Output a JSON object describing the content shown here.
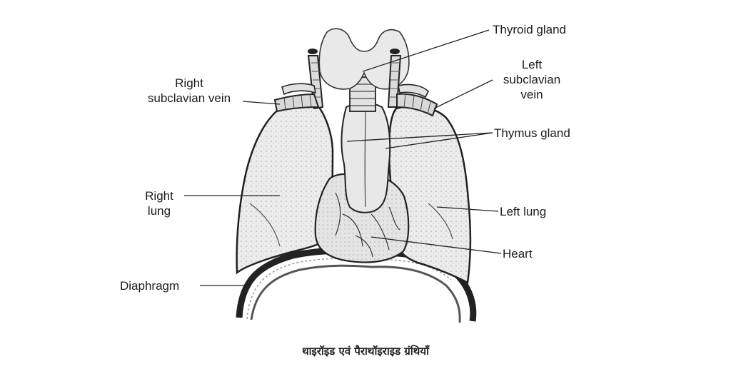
{
  "labels": {
    "thyroid_gland": "Thyroid gland",
    "left_subclavian_vein_1": "Left",
    "left_subclavian_vein_2": "subclavian",
    "left_subclavian_vein_3": "vein",
    "right_subclavian_vein_1": "Right",
    "right_subclavian_vein_2": "subclavian vein",
    "thymus_gland": "Thymus gland",
    "right_lung_1": "Right",
    "right_lung_2": "lung",
    "left_lung": "Left lung",
    "heart": "Heart",
    "diaphragm": "Diaphragm"
  },
  "caption": "थाइरॉइड एवं पैराथॉइराइड ग्रंथियाँ",
  "colors": {
    "ink": "#1c1c1c",
    "organ_fill": "#e6e6e6",
    "background": "#ffffff"
  }
}
